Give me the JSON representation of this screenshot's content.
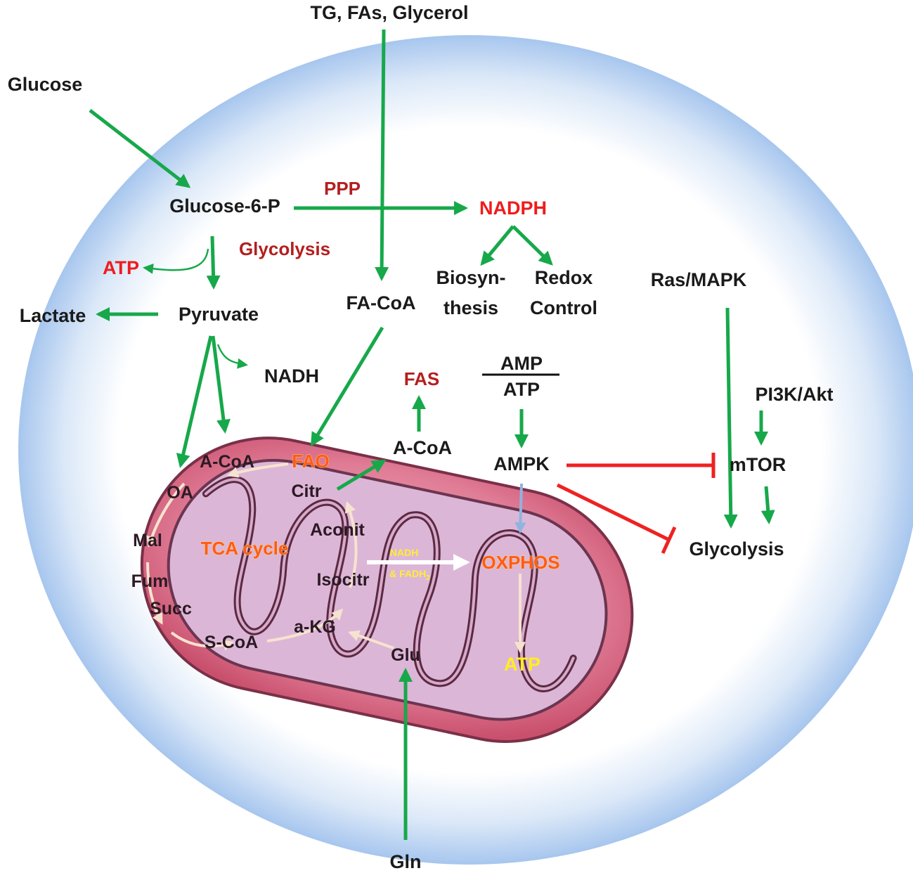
{
  "labels": {
    "tg_fas_glycerol": "TG, FAs, Glycerol",
    "glucose": "Glucose",
    "glucose6p": "Glucose-6-P",
    "ppp": "PPP",
    "nadph": "NADPH",
    "glycolysis_top": "Glycolysis",
    "atp_red": "ATP",
    "lactate": "Lactate",
    "pyruvate": "Pyruvate",
    "nadh": "NADH",
    "fa_coa": "FA-CoA",
    "biosyn_1": "Biosyn-",
    "biosyn_2": "thesis",
    "redox_1": "Redox",
    "redox_2": "Control",
    "ras_mapk": "Ras/MAPK",
    "amp": "AMP",
    "atp_ratio": "ATP",
    "fas": "FAS",
    "pi3k_akt": "PI3K/Akt",
    "a_coa_cyto": "A-CoA",
    "ampk": "AMPK",
    "mtor": "mTOR",
    "glycolysis_right": "Glycolysis",
    "gln": "Gln"
  },
  "mito": {
    "a_coa": "A-CoA",
    "fao": "FAO",
    "oa": "OA",
    "citr": "Citr",
    "aconit": "Aconit",
    "mal": "Mal",
    "tca_cycle": "TCA cycle",
    "isocitr": "Isocitr",
    "fum": "Fum",
    "succ": "Succ",
    "s_coa": "S-CoA",
    "a_kg": "a-KG",
    "glu": "Glu",
    "nadh_fadh_1": "NADH",
    "nadh_fadh_2": "& FADH",
    "nadh_fadh_sub": "2",
    "oxphos": "OXPHOS",
    "atp_yellow": "ATP"
  },
  "colors": {
    "activation_arrow": "#17a84a",
    "inhibition": "#ee2222",
    "highlight_red": "#ee1c1c",
    "cell_halo": "#a9c9ef",
    "mitochondrion": "#d9657f"
  }
}
